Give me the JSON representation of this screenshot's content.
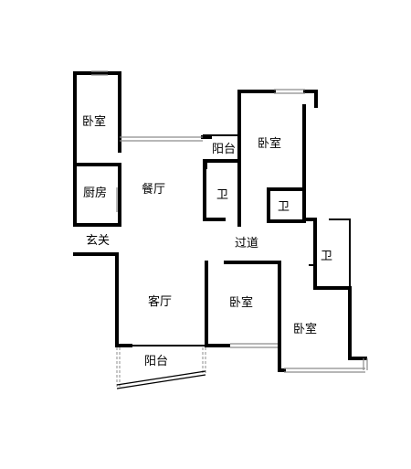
{
  "rooms": {
    "bedroom_top_left": "卧室",
    "kitchen": "厨房",
    "dining": "餐厅",
    "balcony_top": "阳台",
    "bedroom_top_right": "卧室",
    "bath_left": "卫",
    "bath_middle": "卫",
    "entrance": "玄关",
    "corridor": "过道",
    "bath_right": "卫",
    "living": "客厅",
    "bedroom_middle": "卧室",
    "bedroom_bottom_right": "卧室",
    "balcony_bottom": "阳台"
  },
  "colors": {
    "wall": "#000000",
    "window": "#8c8c8c",
    "background": "#ffffff"
  }
}
